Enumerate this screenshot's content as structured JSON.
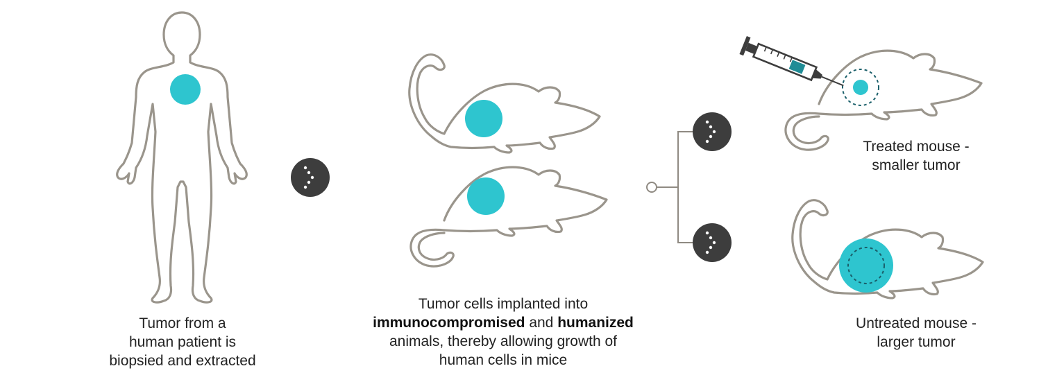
{
  "colors": {
    "outline": "#9a958c",
    "tumor": "#2ec5cf",
    "tumor_dark": "#1a5f6a",
    "arrow_bg": "#3d3d3d",
    "arrow_dot": "#ffffff",
    "connector": "#8f8a82"
  },
  "icons": [
    "human-body-icon",
    "mouse-icon",
    "syringe-icon",
    "chevron-arrow-icon"
  ],
  "captions": {
    "human": {
      "line1": "Tumor from a",
      "line2": "human patient is",
      "line3": "biopsied and extracted"
    },
    "mice": {
      "line1": "Tumor cells implanted into",
      "bold1": "immunocompromised",
      "mid": " and ",
      "bold2": "humanized",
      "line3": "animals, thereby allowing growth of",
      "line4": "human cells in mice"
    },
    "treated": {
      "line1": "Treated mouse -",
      "line2": "smaller tumor"
    },
    "untreated": {
      "line1": "Untreated mouse -",
      "line2": "larger tumor"
    }
  }
}
